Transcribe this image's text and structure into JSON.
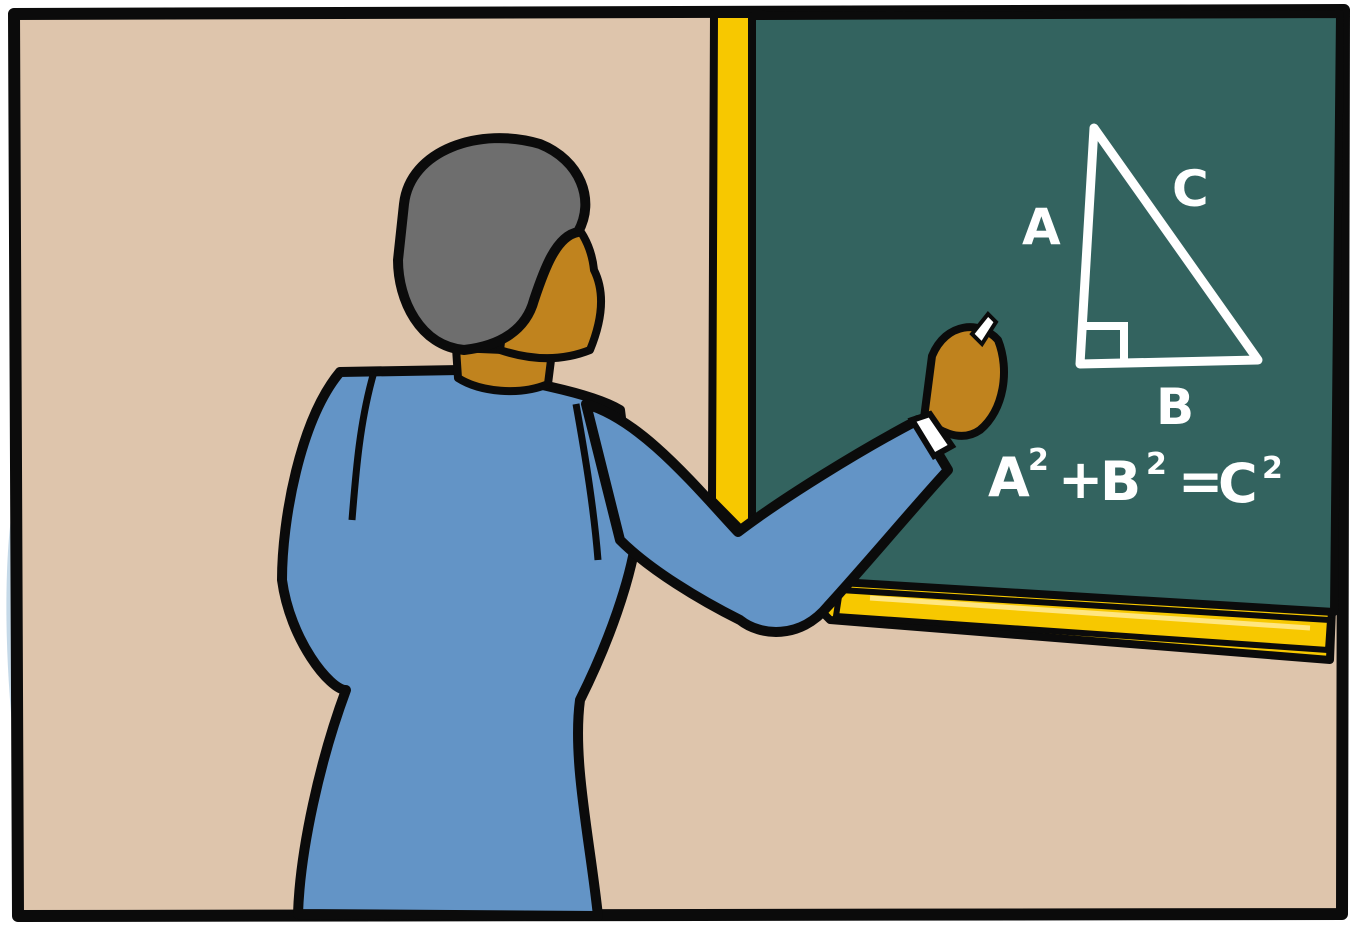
{
  "colors": {
    "wall": "#DEC5AC",
    "chalkboard": "#33635F",
    "board_frame": "#F7C800",
    "jacket": "#6394C6",
    "skin": "#C0831E",
    "hair": "#6E6E6E",
    "outline": "#0B0B0B",
    "chalk": "#FFFFFF"
  },
  "triangle": {
    "side_a": "A",
    "side_b": "B",
    "side_c": "C"
  },
  "equation": {
    "a": "A",
    "a_exp": "2",
    "plus": "+",
    "b": "B",
    "b_exp": "2",
    "equals": "=",
    "c": "C",
    "c_exp": "2"
  }
}
